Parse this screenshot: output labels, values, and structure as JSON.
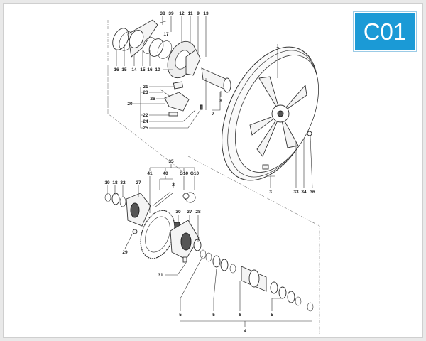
{
  "diagram_code": "C01",
  "colors": {
    "badge": "#1b9ad6",
    "badge_text": "#ffffff",
    "lines": "#333333"
  },
  "labels": {
    "upper": [
      "38",
      "39",
      "12",
      "11",
      "9",
      "13",
      "17",
      "16",
      "15",
      "14",
      "15",
      "16",
      "10",
      "1",
      "21",
      "23",
      "26",
      "20",
      "22",
      "24",
      "25",
      "8",
      "7",
      "3",
      "33",
      "34",
      "36"
    ],
    "lower": [
      "35",
      "41",
      "40",
      "G10",
      "G10",
      "2",
      "19",
      "18",
      "32",
      "27",
      "30",
      "37",
      "28",
      "29",
      "31",
      "5",
      "5",
      "6",
      "5",
      "4"
    ]
  }
}
